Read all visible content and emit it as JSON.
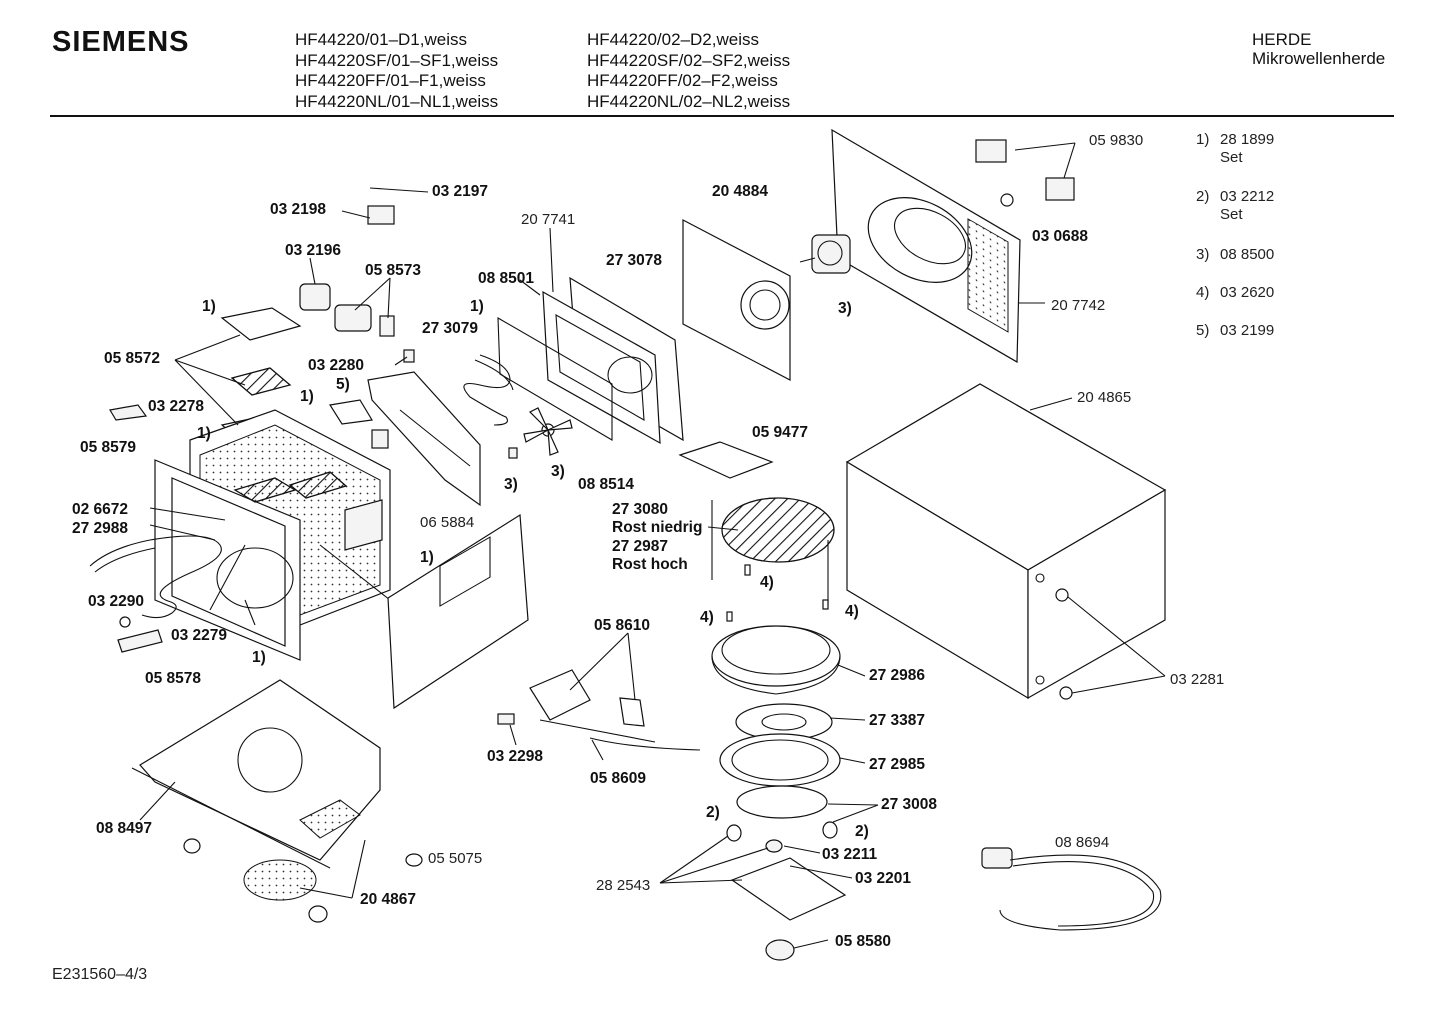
{
  "header": {
    "brand": "SIEMENS",
    "models_left": [
      "HF44220/01–D1,weiss",
      "HF44220SF/01–SF1,weiss",
      "HF44220FF/01–F1,weiss",
      "HF44220NL/01–NL1,weiss"
    ],
    "models_right": [
      "HF44220/02–D2,weiss",
      "HF44220SF/02–SF2,weiss",
      "HF44220FF/02–F2,weiss",
      "HF44220NL/02–NL2,weiss"
    ],
    "category": "HERDE",
    "subcategory": "Mikrowellenherde"
  },
  "legend": [
    {
      "num": "1)",
      "code": "28 1899",
      "note": "Set"
    },
    {
      "num": "2)",
      "code": "03 2212",
      "note": "Set"
    },
    {
      "num": "3)",
      "code": "08 8500",
      "note": ""
    },
    {
      "num": "4)",
      "code": "03 2620",
      "note": ""
    },
    {
      "num": "5)",
      "code": "03 2199",
      "note": ""
    }
  ],
  "labels": {
    "l032197": "03 2197",
    "l032198": "03 2198",
    "l032196": "03 2196",
    "l058573": "05 8573",
    "l1a": "1)",
    "l058572": "05 8572",
    "l032280": "03 2280",
    "l5": "5)",
    "l1b": "1)",
    "l032278": "03 2278",
    "l1c": "1)",
    "l058579": "05 8579",
    "l207741": "20 7741",
    "l088501": "08 8501",
    "l1d": "1)",
    "l273079": "27 3079",
    "l273078": "27 3078",
    "l204884": "20 4884",
    "l059830": "05 9830",
    "l030688": "03 0688",
    "l3a": "3)",
    "l207742": "20 7742",
    "l3b": "3)",
    "l3c": "3)",
    "l088514": "08 8514",
    "l065884": "06 5884",
    "l026672": "02 6672",
    "l272988": "27 2988",
    "l1e": "1)",
    "l059477": "05 9477",
    "l204865": "20 4865",
    "l273080": "27 3080",
    "lrostn": "Rost niedrig",
    "l272987": "27 2987",
    "lrosth": "Rost hoch",
    "l4a": "4)",
    "l4b": "4)",
    "l4c": "4)",
    "l032290": "03 2290",
    "l032279": "03 2279",
    "l1f": "1)",
    "l058578": "05 8578",
    "l058610": "05 8610",
    "l272986": "27 2986",
    "l273387": "27 3387",
    "l032281": "03 2281",
    "l032298": "03 2298",
    "l058609": "05 8609",
    "l272985": "27 2985",
    "l273008": "27 3008",
    "l2a": "2)",
    "l2b": "2)",
    "l088497": "08 8497",
    "l032211": "03 2211",
    "l088694": "08 8694",
    "l055075": "05 5075",
    "l282543": "28 2543",
    "l032201": "03 2201",
    "l204867": "20 4867",
    "l058580": "05 8580"
  },
  "footer": {
    "doc_id": "E231560–4/3"
  }
}
